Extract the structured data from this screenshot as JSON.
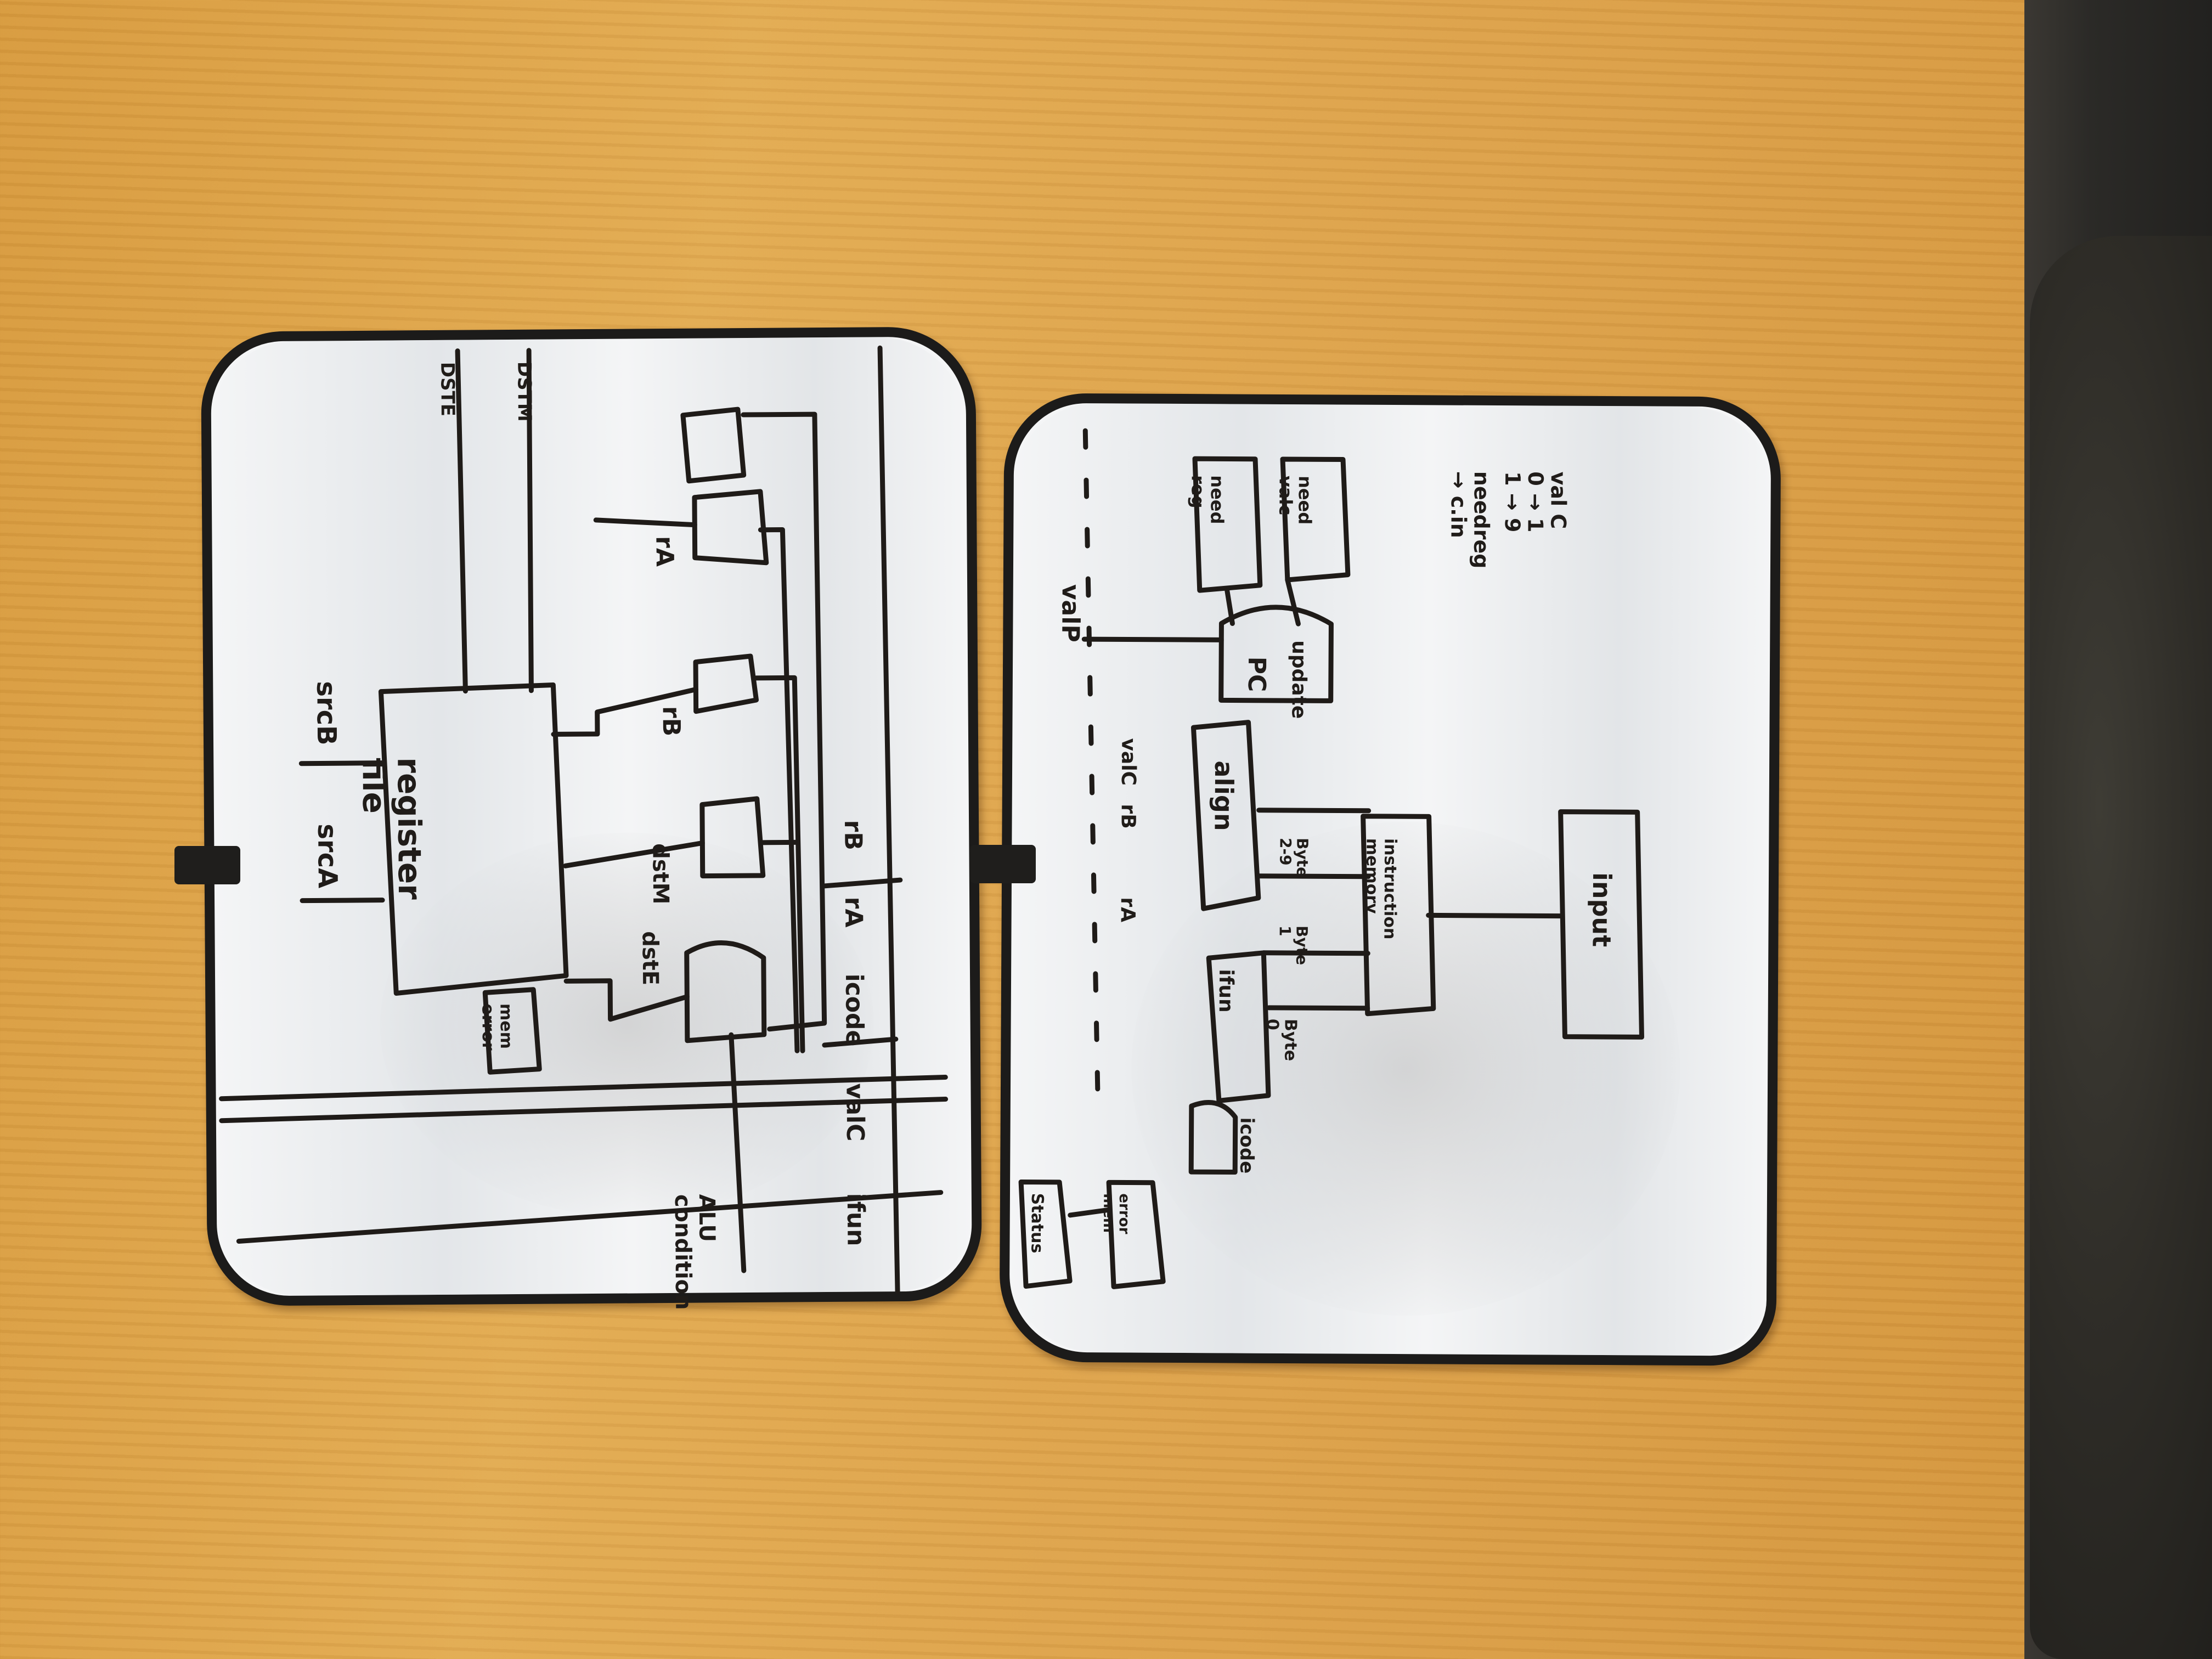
{
  "left_board": {
    "register_file": "register\nfile",
    "mem_label": "mem\nerror",
    "srcA": "srcA",
    "srcB": "srcB",
    "dstE": "dstE",
    "dstM": "dstM",
    "dstE_top": "DSTE",
    "dstM_top": "DSTM",
    "rA": "rA",
    "rB": "rB",
    "rA_bottom": "rA",
    "rB_bottom": "rB",
    "icode": "icode",
    "valC": "valC",
    "ifun": "ifun",
    "alu_condition": "ALU\ncondition"
  },
  "right_board": {
    "valP": "valP",
    "align": "align",
    "pc": "PC",
    "update": "update",
    "need_reg": "need\nreg",
    "need_valc": "need\nvalc",
    "instruction_mem": "instruction\nmemory",
    "input": "input",
    "ifun": "ifun",
    "icode": "icode",
    "byte0": "Byte\n0",
    "byte1": "Byte\n1",
    "bytes_2_9": "Byte\n2-9",
    "error": "error\nmem",
    "status": "Status",
    "rA": "rA",
    "rB": "rB",
    "valC": "valC",
    "needreg_note": "needreg\n→ c.in",
    "valc_note": "val C\n0 → 1\n1 → 9"
  }
}
